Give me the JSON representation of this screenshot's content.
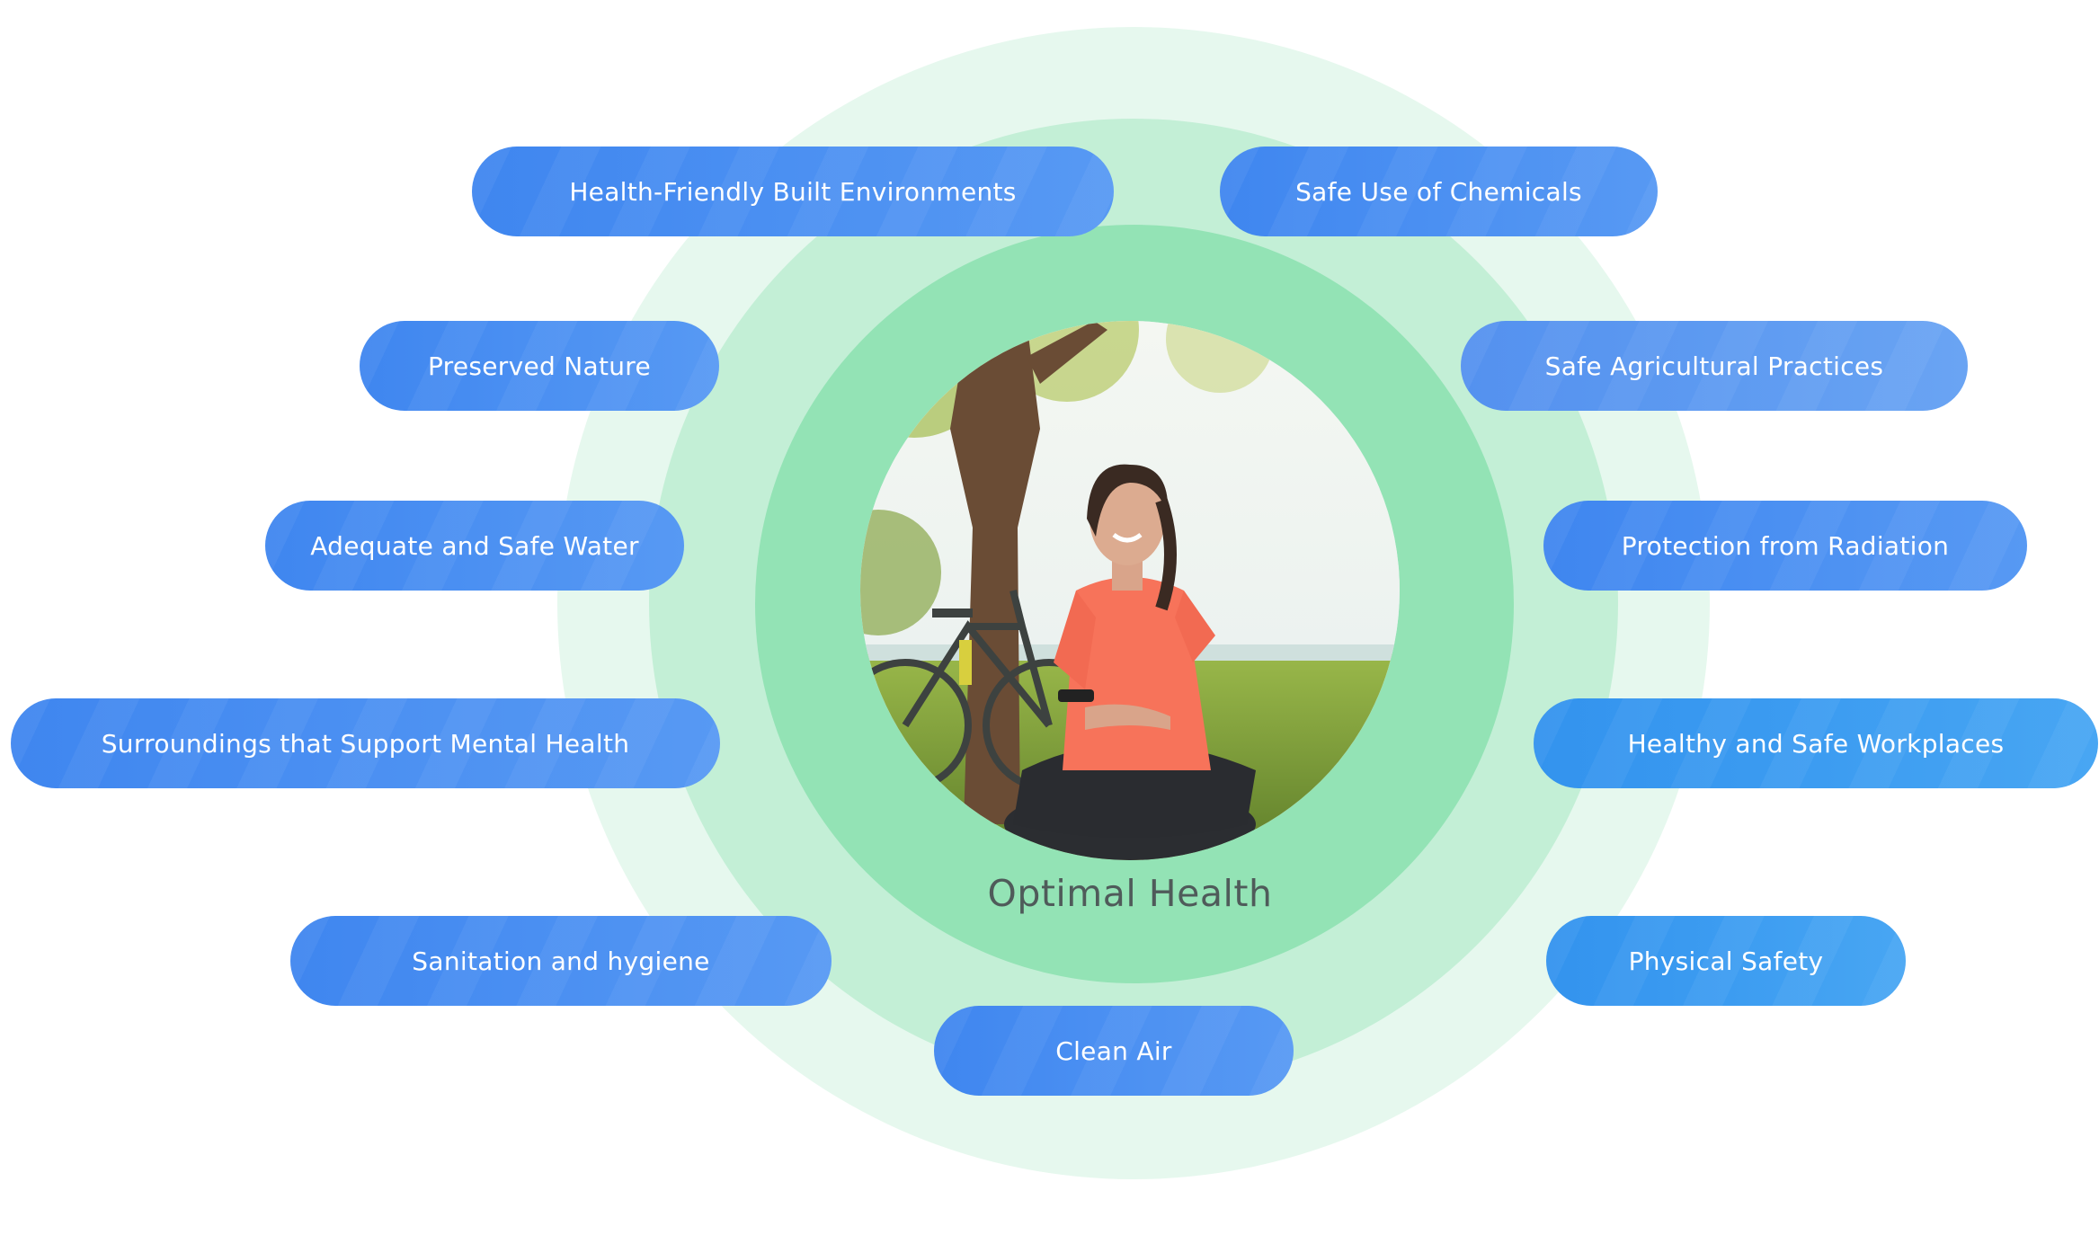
{
  "center": {
    "label": "Optimal Health"
  },
  "pills": [
    {
      "id": "built-environments",
      "label": "Health-Friendly Built Environments"
    },
    {
      "id": "chemicals",
      "label": "Safe Use of Chemicals"
    },
    {
      "id": "nature",
      "label": "Preserved Nature"
    },
    {
      "id": "agriculture",
      "label": "Safe Agricultural Practices"
    },
    {
      "id": "water",
      "label": "Adequate and Safe Water"
    },
    {
      "id": "radiation",
      "label": "Protection from Radiation"
    },
    {
      "id": "mental-health",
      "label": "Surroundings that Support Mental Health"
    },
    {
      "id": "workplaces",
      "label": "Healthy and Safe Workplaces"
    },
    {
      "id": "sanitation",
      "label": "Sanitation and hygiene"
    },
    {
      "id": "physical-safety",
      "label": "Physical Safety"
    },
    {
      "id": "clean-air",
      "label": "Clean Air"
    }
  ],
  "colors": {
    "pill": "#4a8ff2",
    "ring_outer": "#e6f8ee",
    "ring_mid": "#c3efd6",
    "ring_inner": "#93e3b5",
    "center_text": "#4f5b5a"
  }
}
